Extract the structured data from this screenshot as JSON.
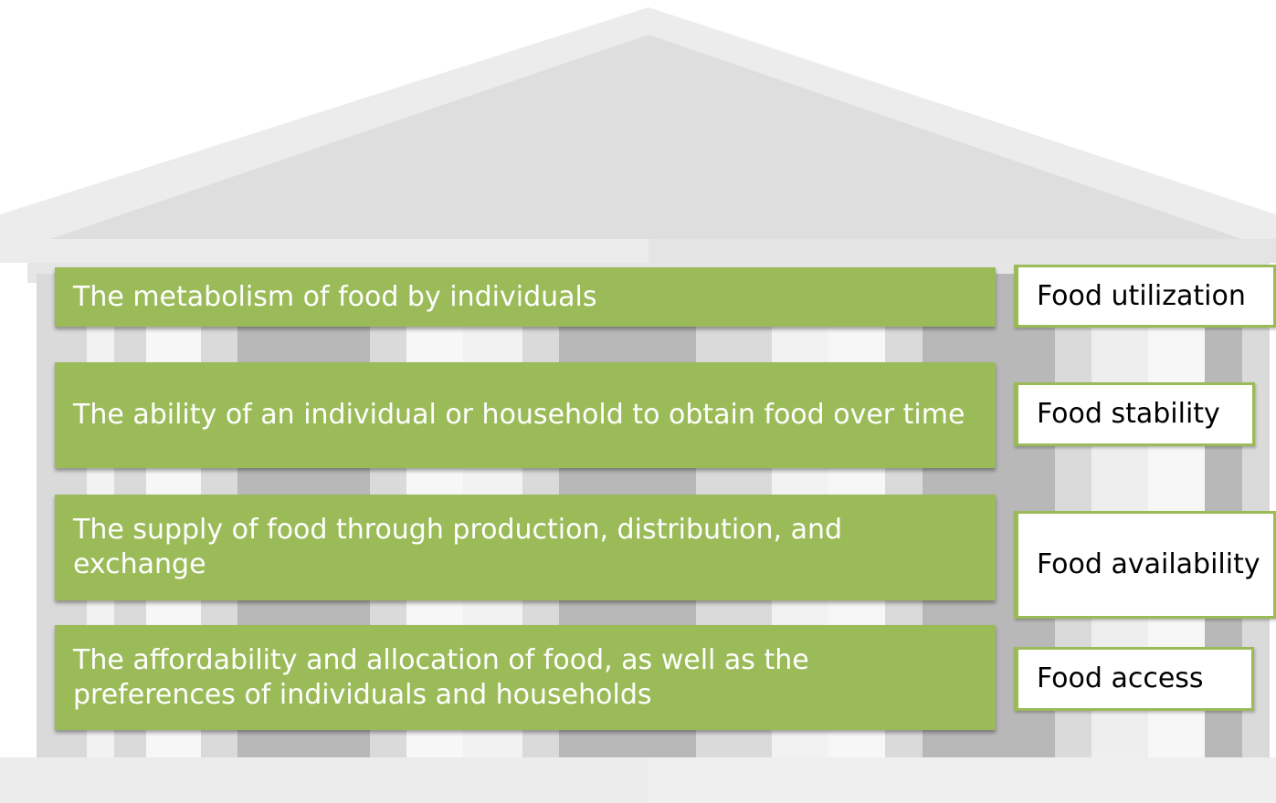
{
  "pillars": [
    {
      "description": "The metabolism of food by individuals",
      "label": "Food utilization"
    },
    {
      "description": "The ability of an individual or household to obtain food over time",
      "label": "Food stability"
    },
    {
      "description": "The supply of food through production, distribution, and exchange",
      "label": "Food availability"
    },
    {
      "description": "The affordability and allocation of food, as well as the preferences of individuals and households",
      "label": "Food access"
    }
  ],
  "colors": {
    "accent_green": "#9bbb59",
    "building_light": "#ebebeb",
    "building_mid": "#dcdcdc",
    "column_dark": "#b5b5b5"
  }
}
